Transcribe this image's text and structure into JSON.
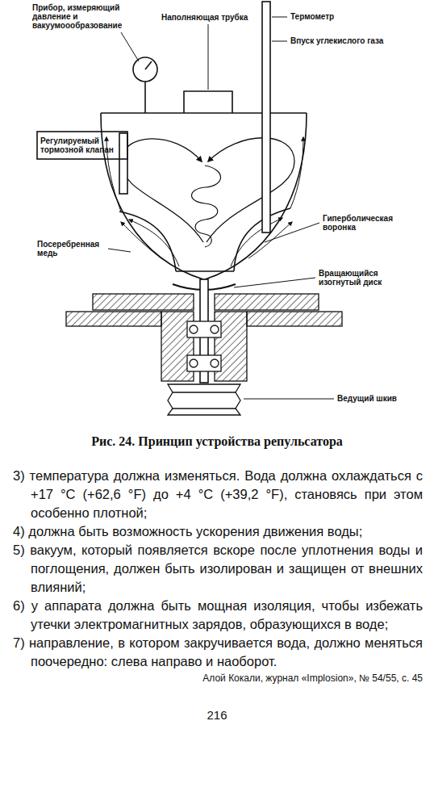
{
  "diagram": {
    "caption": "Рис. 24. Принцип устройства репульсатора",
    "labels": [
      "Прибор, измеряющий давление и вакуумоообразование",
      "Наполняющая трубка",
      "Термометр",
      "Впуск углекислого газа",
      "Регулируемый тормозной клапан",
      "Гиперболическая воронка",
      "Посеребренная медь",
      "Вращающийся изогнутый диск",
      "Ведущий шкив",
      "3) температура должна изменяться. Вода должна охлаждаться с +17 °C (+62,6 °F) до +4 °C (+39,2 °F), становясь при этом особенно плотной;",
      "4) должна быть возможность ускорения движения воды;",
      "5) вакуум, который появляется вскоре после уплотнения воды и поглощения, должен быть изолирован и защищен от внешних влияний;",
      "6) у аппарата должна быть мощная изоляция, чтобы избежать утечки электромагнитных зарядов, образующихся в воде;",
      "7) направление, в котором закручивается вода, должно меняться поочередно: слева направо и наоборот.",
      "Алой Кокали, журнал «Implosion», № 54/55, с. 45",
      "216"
    ]
  }
}
